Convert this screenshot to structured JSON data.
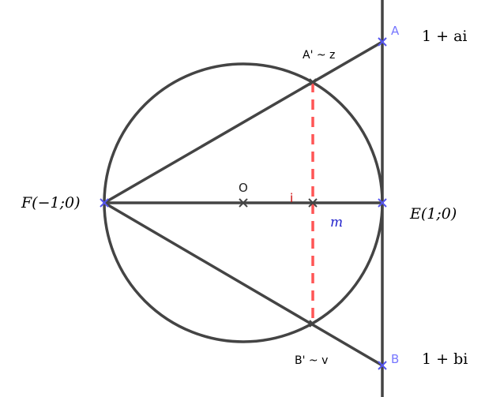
{
  "labels": {
    "A": "A",
    "B": "B",
    "A_prime": "A' ~ z",
    "B_prime": "B' ~ v",
    "O": "O",
    "i": "i",
    "m": "m",
    "F": "F(−1;0)",
    "E": "E(1;0)",
    "A_value": "1 + ai",
    "B_value": "1 + bi"
  },
  "colors": {
    "line": "#444444",
    "dashed": "#ff5555",
    "point_marker": "#5555ee",
    "point_label": "#7777ff",
    "i_label": "#cc0000",
    "m_label": "#2222cc",
    "cross": "#444444"
  }
}
